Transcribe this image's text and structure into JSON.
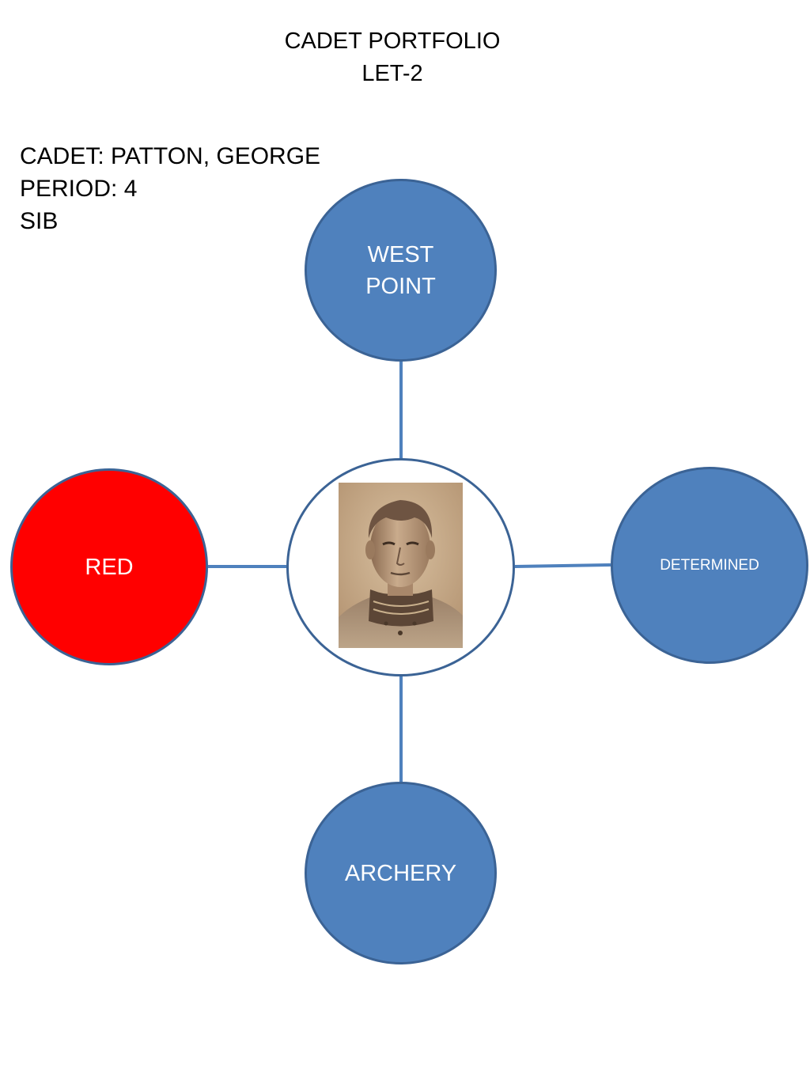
{
  "header": {
    "title_line1": "CADET PORTFOLIO",
    "title_line2": "LET-2"
  },
  "info": {
    "cadet": "CADET: PATTON, GEORGE",
    "period": "PERIOD: 4",
    "unit": "SIB"
  },
  "nodes": {
    "top": {
      "label": "WEST POINT",
      "color": "#4f81bd"
    },
    "right": {
      "label": "DETERMINED",
      "color": "#4f81bd"
    },
    "left": {
      "label": "RED",
      "color": "#ff0000"
    },
    "bottom": {
      "label": "ARCHERY",
      "color": "#4f81bd"
    }
  },
  "center": {
    "image": "cadet-portrait"
  },
  "colors": {
    "node_fill": "#4f81bd",
    "node_border": "#3b6395",
    "connector": "#4f81bd",
    "accent_red": "#ff0000"
  }
}
